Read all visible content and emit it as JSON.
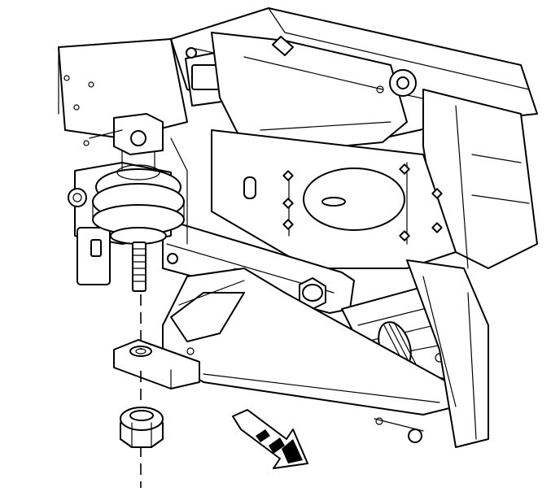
{
  "diagram": {
    "type": "exploded-assembly-line-drawing",
    "callouts": [],
    "arrow": {
      "direction": "down-right",
      "style": "hatched-block-arrow"
    },
    "colors": {
      "ink": "#000000",
      "paper": "#ffffff"
    }
  }
}
